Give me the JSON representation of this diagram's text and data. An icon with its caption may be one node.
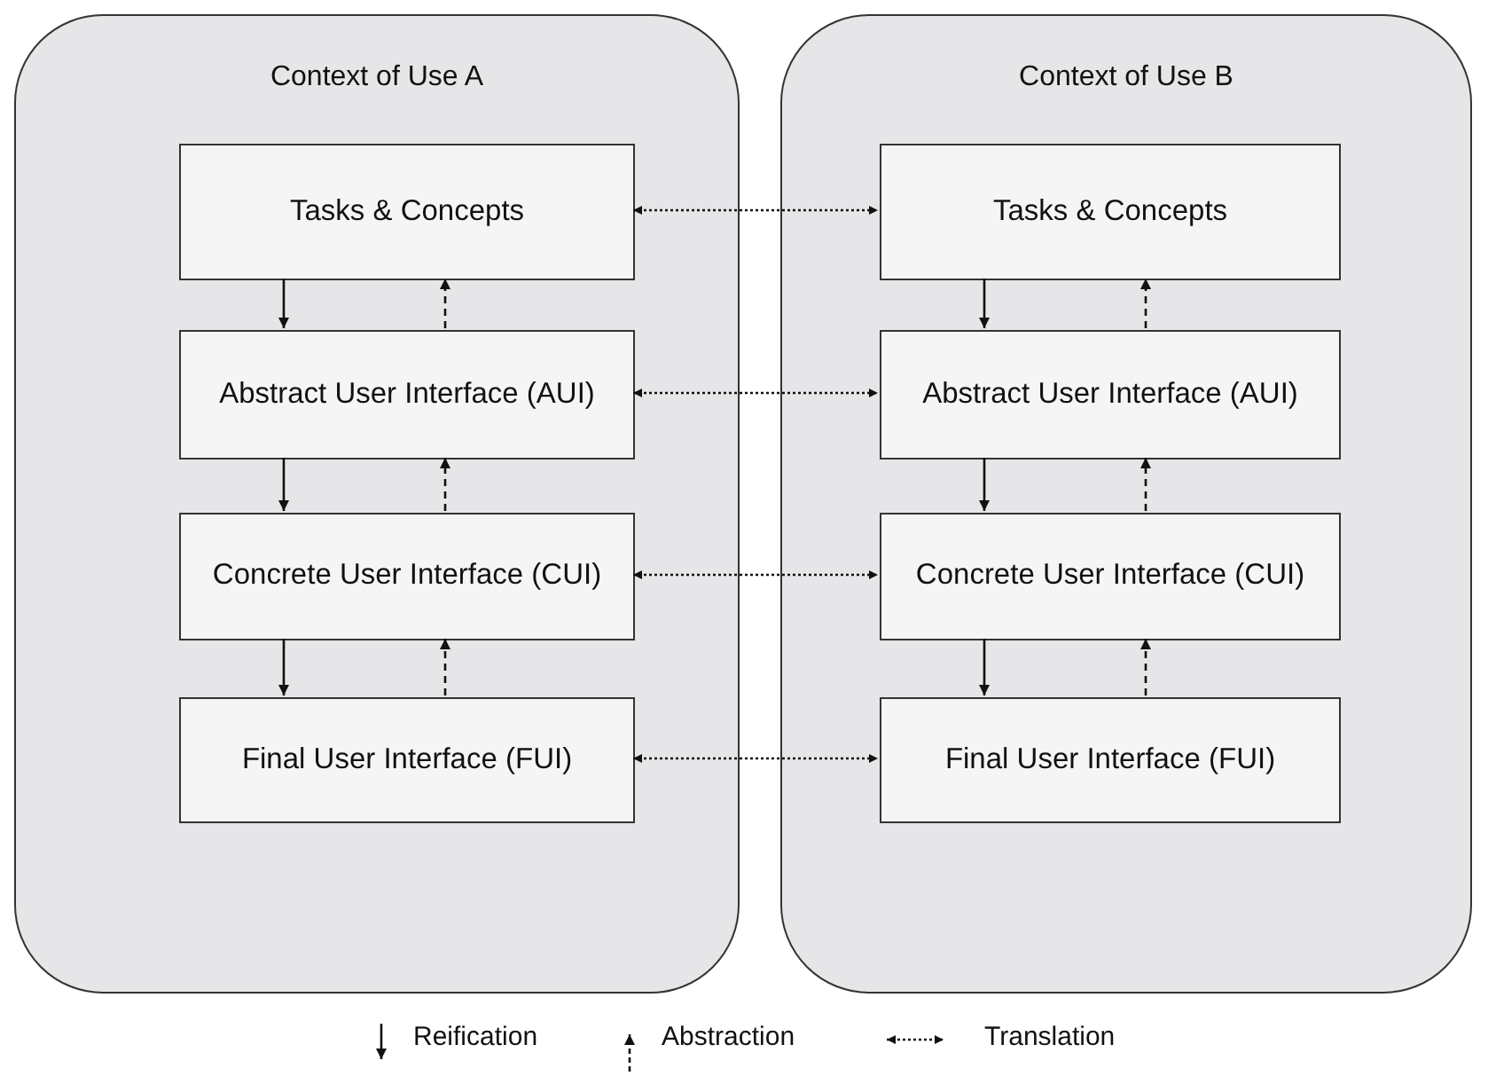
{
  "diagram": {
    "nodes": [
      {
        "text": [
          "Context of Use A"
        ]
      },
      {
        "text": [
          "Tasks & Concepts"
        ],
        "in": 0
      },
      {
        "text": [
          "Abstract User Interface (AUI)"
        ],
        "in": 0
      },
      {
        "text": [
          "Concrete User Interface (CUI)"
        ],
        "in": 0
      },
      {
        "text": [
          "Final User Interface (FUI)"
        ],
        "in": 0
      },
      {
        "text": [
          "Context of Use B"
        ]
      },
      {
        "text": [
          "Tasks & Concepts"
        ],
        "in": 5
      },
      {
        "text": [
          "Abstract User Interface (AUI)"
        ],
        "in": 5
      },
      {
        "text": [
          "Concrete User Interface (CUI)"
        ],
        "in": 5
      },
      {
        "text": [
          "Final User Interface (FUI)"
        ],
        "in": 5
      }
    ],
    "edges": [
      {
        "from": 1,
        "to": 2,
        "arrow": "to"
      },
      {
        "from": 2,
        "to": 1,
        "arrow": "to",
        "style": "dashed"
      },
      {
        "from": 2,
        "to": 3,
        "arrow": "to"
      },
      {
        "from": 3,
        "to": 2,
        "arrow": "to",
        "style": "dashed"
      },
      {
        "from": 3,
        "to": 4,
        "arrow": "to"
      },
      {
        "from": 4,
        "to": 3,
        "arrow": "to",
        "style": "dashed"
      },
      {
        "from": 6,
        "to": 7,
        "arrow": "to"
      },
      {
        "from": 7,
        "to": 6,
        "arrow": "to",
        "style": "dashed"
      },
      {
        "from": 7,
        "to": 8,
        "arrow": "to"
      },
      {
        "from": 8,
        "to": 7,
        "arrow": "to",
        "style": "dashed"
      },
      {
        "from": 8,
        "to": 9,
        "arrow": "to"
      },
      {
        "from": 9,
        "to": 8,
        "arrow": "to",
        "style": "dashed"
      },
      {
        "from": 1,
        "to": 6,
        "arrow": "both",
        "style": "dashed"
      },
      {
        "from": 2,
        "to": 7,
        "arrow": "both",
        "style": "dashed"
      },
      {
        "from": 3,
        "to": 8,
        "arrow": "both",
        "style": "dashed"
      },
      {
        "from": 4,
        "to": 9,
        "arrow": "both",
        "style": "dashed"
      }
    ],
    "legend": [
      {
        "text": "Reification"
      },
      {
        "text": "Abstraction"
      },
      {
        "text": "Translation"
      }
    ]
  }
}
